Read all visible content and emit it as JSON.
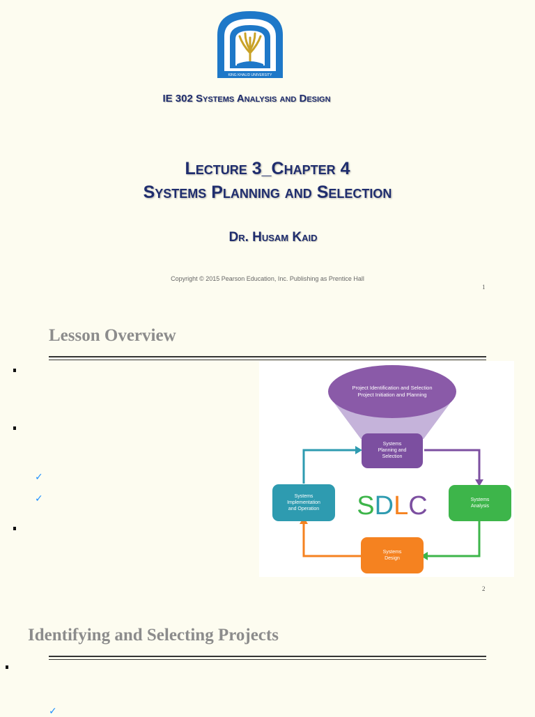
{
  "slide1": {
    "course_title": "IE 302 Systems Analysis and Design",
    "lecture_line1": "Lecture 3_Chapter 4",
    "lecture_line2": "Systems Planning and Selection",
    "author": "Dr. Husam Kaid",
    "copyright": "Copyright © 2015 Pearson Education, Inc. Publishing as Prentice Hall",
    "page_number": "1",
    "logo_text": "KING KHALID UNIVERSITY",
    "colors": {
      "title": "#1f2d6e",
      "logo": "#1e78c8"
    }
  },
  "slide2": {
    "title": "Lesson Overview",
    "page_number": "2",
    "diagram": {
      "funnel_line1": "Project Identification and Selection",
      "funnel_line2": "Project Initiation and Planning",
      "center_label": "SDLC",
      "nodes": {
        "planning": [
          "Systems",
          "Planning and",
          "Selection"
        ],
        "analysis": [
          "Systems",
          "Analysis"
        ],
        "design": [
          "Systems",
          "Design"
        ],
        "implementation": [
          "Systems",
          "Implementation",
          "and Operation"
        ]
      },
      "colors": {
        "funnel": "#8a5aa8",
        "planning": "#7c4fa0",
        "analysis": "#3db54a",
        "design": "#f58220",
        "implementation": "#2e9bb0"
      }
    }
  },
  "slide3": {
    "title": "Identifying and Selecting Projects"
  }
}
